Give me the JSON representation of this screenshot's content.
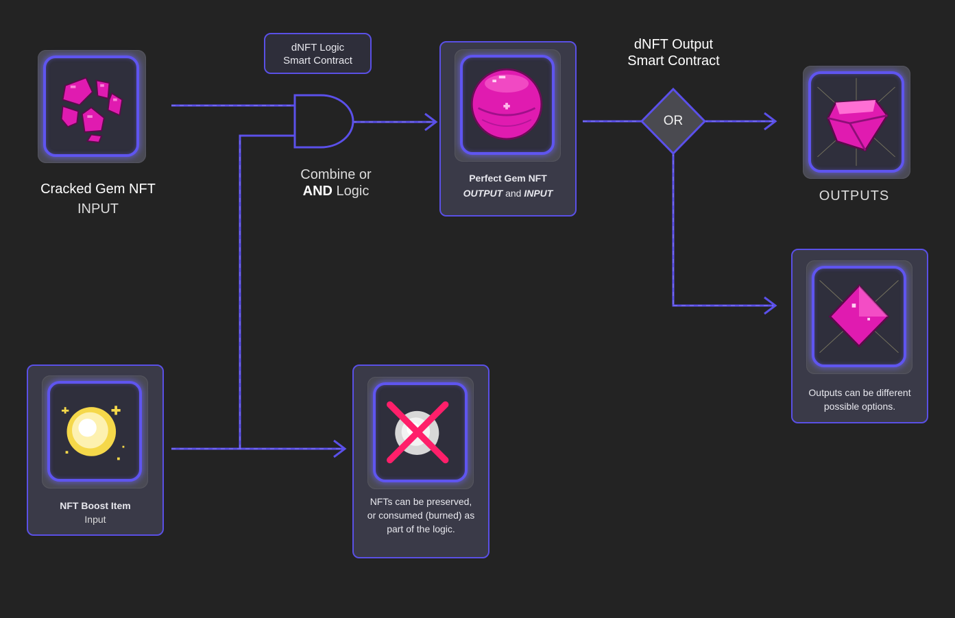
{
  "logic_box": {
    "line1": "dNFT Logic",
    "line2": "Smart Contract"
  },
  "output_contract": {
    "line1": "dNFT Output",
    "line2": "Smart Contract"
  },
  "or_gate": {
    "label": "OR"
  },
  "and_gate": {
    "line1": "Combine or",
    "line2_bold": "AND",
    "line2_rest": " Logic"
  },
  "cracked_gem": {
    "title": "Cracked Gem NFT",
    "subtitle": "INPUT"
  },
  "perfect_gem": {
    "title": "Perfect Gem NFT",
    "sub_output": "OUTPUT",
    "sub_and": " and ",
    "sub_input": "INPUT"
  },
  "outputs": {
    "label": "OUTPUTS"
  },
  "diamond_card": {
    "line1": "Outputs can be different",
    "line2": "possible options."
  },
  "boost_item": {
    "title": "NFT Boost Item",
    "subtitle": "Input"
  },
  "burned_card": {
    "line1": "NFTs can be preserved,",
    "line2": "or consumed (burned) as",
    "line3": "part of the logic."
  },
  "colors": {
    "background": "#232323",
    "accent": "#5a50e6",
    "line": "#5b50ea",
    "gem": "#e01bb0",
    "cross": "#ff1f6a",
    "sun": "#f5d84a"
  },
  "icons": [
    "cracked-gem-icon",
    "perfect-gem-icon",
    "cut-gem-icon",
    "diamond-gem-icon",
    "sun-boost-icon",
    "burned-orb-icon",
    "cross-icon"
  ]
}
